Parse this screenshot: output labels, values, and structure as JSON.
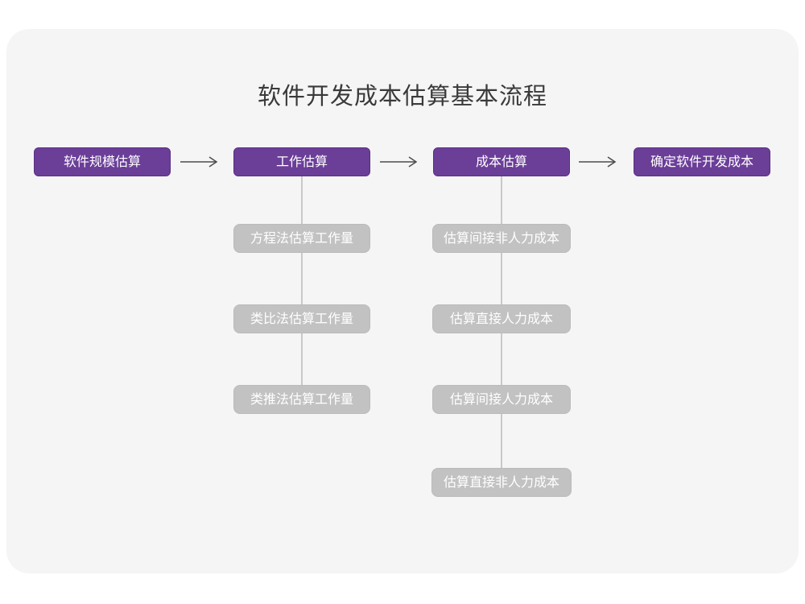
{
  "title": "软件开发成本估算基本流程",
  "flow": {
    "main_steps": [
      {
        "label": "软件规模估算"
      },
      {
        "label": "工作估算"
      },
      {
        "label": "成本估算"
      },
      {
        "label": "确定软件开发成本"
      }
    ],
    "work_substeps": [
      {
        "label": "方程法估算工作量"
      },
      {
        "label": "类比法估算工作量"
      },
      {
        "label": "类推法估算工作量"
      }
    ],
    "cost_substeps": [
      {
        "label": "估算间接非人力成本"
      },
      {
        "label": "估算直接人力成本"
      },
      {
        "label": "估算间接人力成本"
      },
      {
        "label": "估算直接非人力成本"
      }
    ]
  },
  "colors": {
    "main_node_fill": "#6b3e98",
    "main_node_border": "#5a2f85",
    "sub_node_fill": "#c2c2c2",
    "canvas_background": "#f5f5f6",
    "connector_line": "#c9c9c9",
    "arrow": "#4d4d4d",
    "title_text": "#3a3a3a",
    "node_text": "#ffffff"
  }
}
